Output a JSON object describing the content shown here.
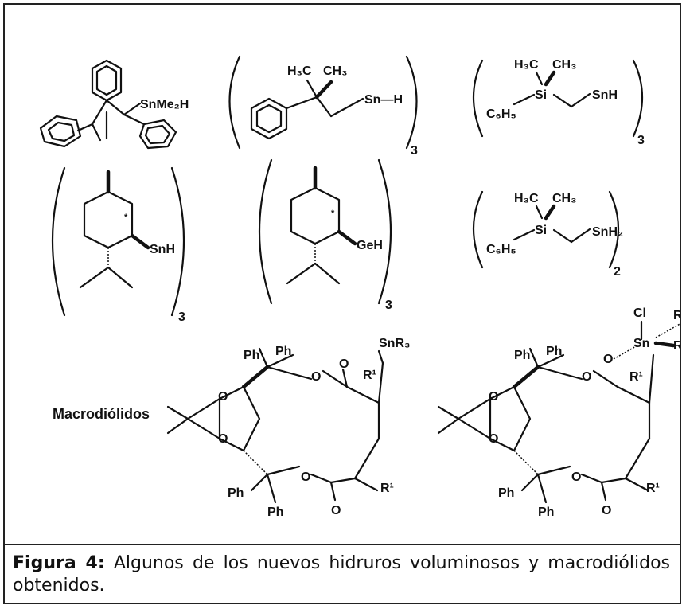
{
  "figure": {
    "labels": {
      "triptycene_sn": "SnMe₂H",
      "neophyl_h3c": "H₃C",
      "neophyl_ch3": "CH₃",
      "neophyl_sn": "Sn—H",
      "neophyl_mult": "3",
      "silyl1_h3c": "H₃C",
      "silyl1_ch3": "CH₃",
      "silyl1_si": "Si",
      "silyl1_c6h5": "C₆H₅",
      "silyl1_sn": "SnH",
      "silyl1_mult": "3",
      "menthyl_sn": "SnH",
      "menthyl_sn_mult": "3",
      "menthyl_ge": "GeH",
      "menthyl_ge_mult": "3",
      "silyl2_h3c": "H₃C",
      "silyl2_ch3": "CH₃",
      "silyl2_si": "Si",
      "silyl2_c6h5": "C₆H₅",
      "silyl2_sn": "SnH₂",
      "silyl2_mult": "2",
      "macro_title": "Macrodiólidos",
      "ph": "Ph",
      "o": "O",
      "r1": "R¹",
      "snr3": "SnR₃",
      "cl": "Cl",
      "sn": "Sn",
      "r": "R"
    }
  },
  "caption": {
    "label": "Figura 4:",
    "text": " Algunos de los nuevos hidruros voluminosos y macrodiólidos obtenidos."
  }
}
